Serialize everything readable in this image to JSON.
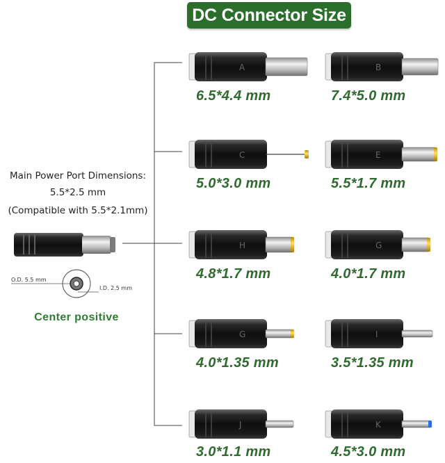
{
  "title": "DC Connector Size",
  "main_port": {
    "line1": "Main Power Port Dimensions:",
    "line2": "5.5*2.5 mm",
    "line3": "(Compatible with 5.5*2.1mm)",
    "od_label": "O.D.  5.5 mm",
    "id_label": "I.D.  2.5 mm",
    "polarity": "Center positive"
  },
  "connectors": [
    {
      "label": "6.5*4.4 mm",
      "marking": "A"
    },
    {
      "label": "7.4*5.0 mm",
      "marking": "B"
    },
    {
      "label": "5.0*3.0 mm",
      "marking": "C"
    },
    {
      "label": "5.5*1.7 mm",
      "marking": "E"
    },
    {
      "label": "4.8*1.7 mm",
      "marking": "H"
    },
    {
      "label": "4.0*1.7 mm",
      "marking": "G"
    },
    {
      "label": "4.0*1.35 mm",
      "marking": "G"
    },
    {
      "label": "3.5*1.35 mm",
      "marking": "I"
    },
    {
      "label": "3.0*1.1 mm",
      "marking": "J"
    },
    {
      "label": "4.5*3.0 mm",
      "marking": "K"
    }
  ],
  "colors": {
    "title_bg": "#2b6e2c",
    "label_green": "#2f6b2f",
    "polarity_green": "#2e7d32",
    "tip_gold": "#e8b400",
    "tip_blue": "#2a6ee0"
  }
}
